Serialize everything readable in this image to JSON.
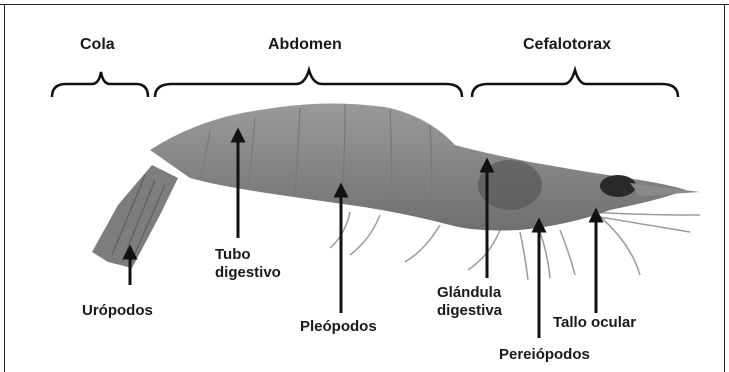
{
  "diagram": {
    "sections": {
      "cola": "Cola",
      "abdomen": "Abdomen",
      "cefalotorax": "Cefalotorax"
    },
    "labels": {
      "uropodos": "Urópodos",
      "tubo_digestivo": "Tubo\ndigestivo",
      "pleopodos": "Pleópodos",
      "glandula_digestiva": "Glándula\ndigestiva",
      "tallo_ocular": "Tallo ocular",
      "pereiopodos": "Pereiópodos"
    }
  }
}
